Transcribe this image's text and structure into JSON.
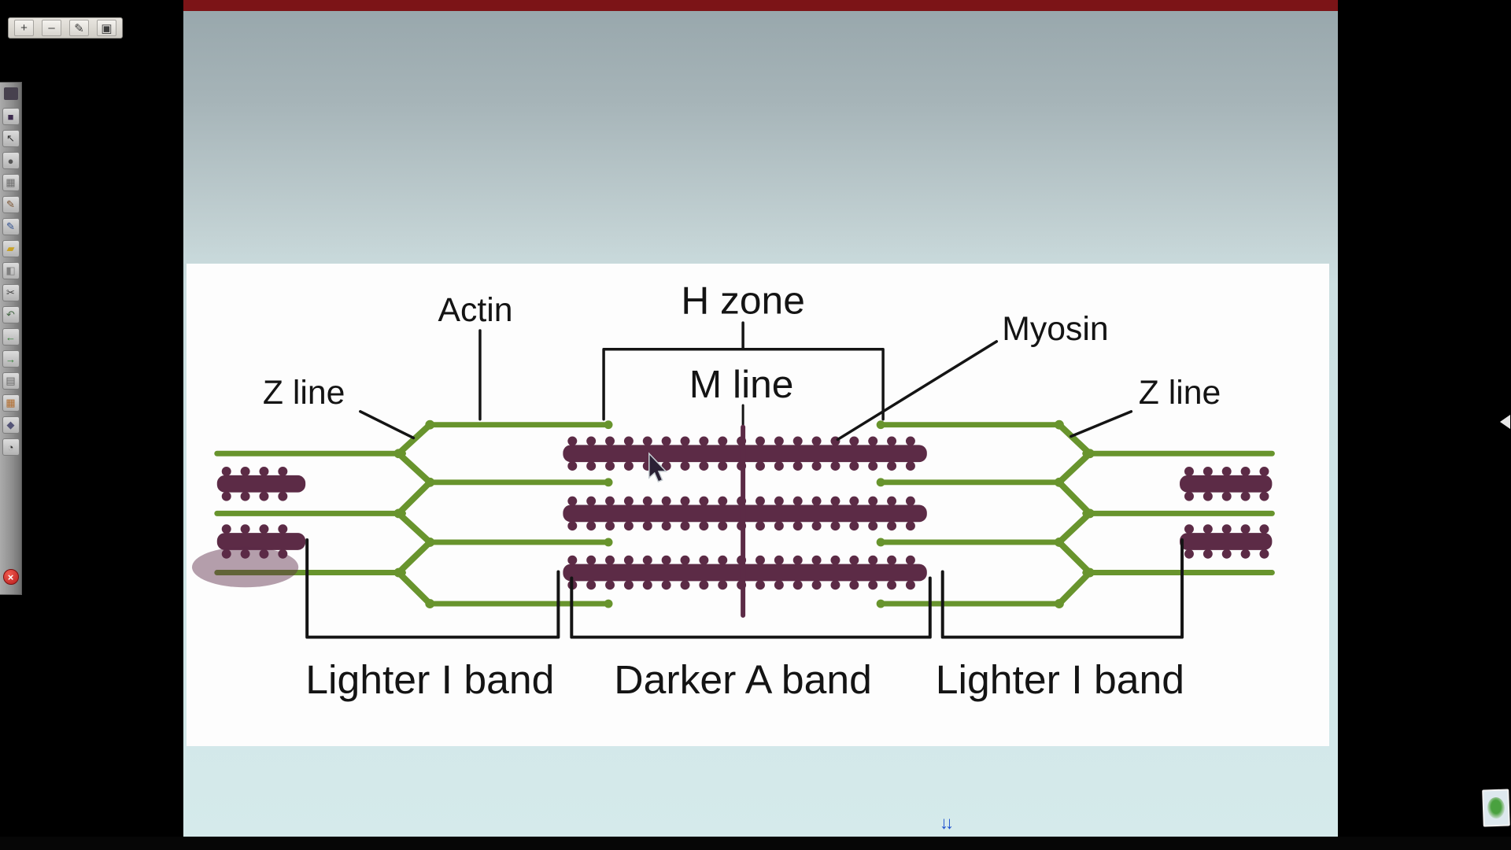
{
  "colors": {
    "top_bar": "#7c1417",
    "actin_green": "#68942d",
    "myosin_purple": "#5c2b46",
    "annotation_ink": "#141414",
    "panel_bg": "#fdfdfd",
    "toggle_blue": "#1b4fcf"
  },
  "annotation_toolbar": {
    "buttons": [
      {
        "name": "move",
        "glyph": "+"
      },
      {
        "name": "minimize",
        "glyph": "–"
      },
      {
        "name": "edit-pen",
        "glyph": "✎"
      },
      {
        "name": "windows",
        "glyph": "▣"
      }
    ]
  },
  "side_toolbar": {
    "buttons": [
      {
        "name": "palette",
        "glyph": "■",
        "color": "#3d2b4e"
      },
      {
        "name": "select",
        "glyph": "↖",
        "color": "#333333"
      },
      {
        "name": "ink-dot",
        "glyph": "●",
        "color": "#555555"
      },
      {
        "name": "grid-tool",
        "glyph": "▦",
        "color": "#6b6b6b"
      },
      {
        "name": "pencil",
        "glyph": "✎",
        "color": "#7a5230"
      },
      {
        "name": "pen",
        "glyph": "✎",
        "color": "#2f4f8f"
      },
      {
        "name": "highlighter",
        "glyph": "▰",
        "color": "#c9a227"
      },
      {
        "name": "eraser",
        "glyph": "◧",
        "color": "#808080"
      },
      {
        "name": "scissors",
        "glyph": "✂",
        "color": "#444444"
      },
      {
        "name": "undo",
        "glyph": "↶",
        "color": "#446644"
      },
      {
        "name": "page-back",
        "glyph": "←",
        "color": "#2e7d32"
      },
      {
        "name": "page-forward",
        "glyph": "→",
        "color": "#2e7d32"
      },
      {
        "name": "pages",
        "glyph": "▤",
        "color": "#666666"
      },
      {
        "name": "gallery",
        "glyph": "▦",
        "color": "#b06a2a"
      },
      {
        "name": "shapes",
        "glyph": "◆",
        "color": "#555577"
      },
      {
        "name": "clock",
        "glyph": "◔",
        "color": "#333333"
      }
    ],
    "close_glyph": "×"
  },
  "diagram": {
    "labels": {
      "actin": "Actin",
      "h_zone": "H zone",
      "m_line": "M line",
      "myosin": "Myosin",
      "z_line_left": "Z line",
      "z_line_right": "Z line",
      "lighter_i_band_left": "Lighter I band",
      "darker_a_band": "Darker A band",
      "lighter_i_band_right": "Lighter I band"
    }
  },
  "footer": {
    "page_toggle_glyph": "↓↓"
  }
}
